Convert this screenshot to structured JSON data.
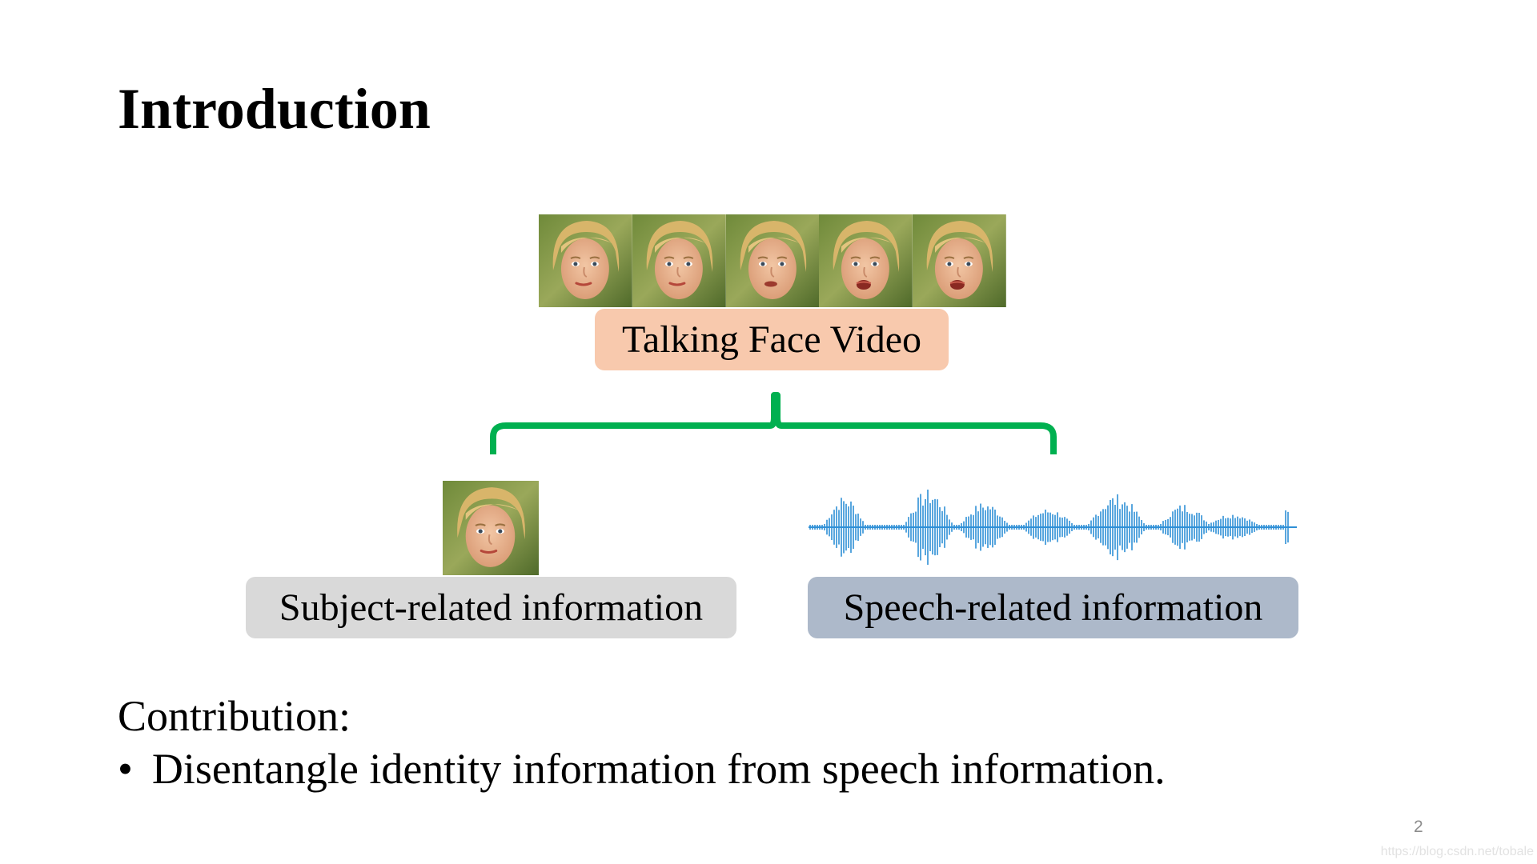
{
  "slide": {
    "title": "Introduction",
    "page_number": "2",
    "watermark": "https://blog.csdn.net/tobale"
  },
  "diagram": {
    "video_label": "Talking Face Video",
    "subject_label": "Subject-related information",
    "speech_label": "Speech-related information",
    "frame_mouth_states": [
      "closed",
      "closed",
      "slightly-open",
      "open",
      "open"
    ],
    "colors": {
      "video_box": "#f8c9ad",
      "subject_box": "#d9d9d9",
      "speech_box": "#adb9ca",
      "brace": "#00b050",
      "waveform": "#2e8fd6"
    }
  },
  "contribution": {
    "heading": "Contribution:",
    "bullet": "•",
    "items": [
      "Disentangle identity information from speech information."
    ]
  }
}
